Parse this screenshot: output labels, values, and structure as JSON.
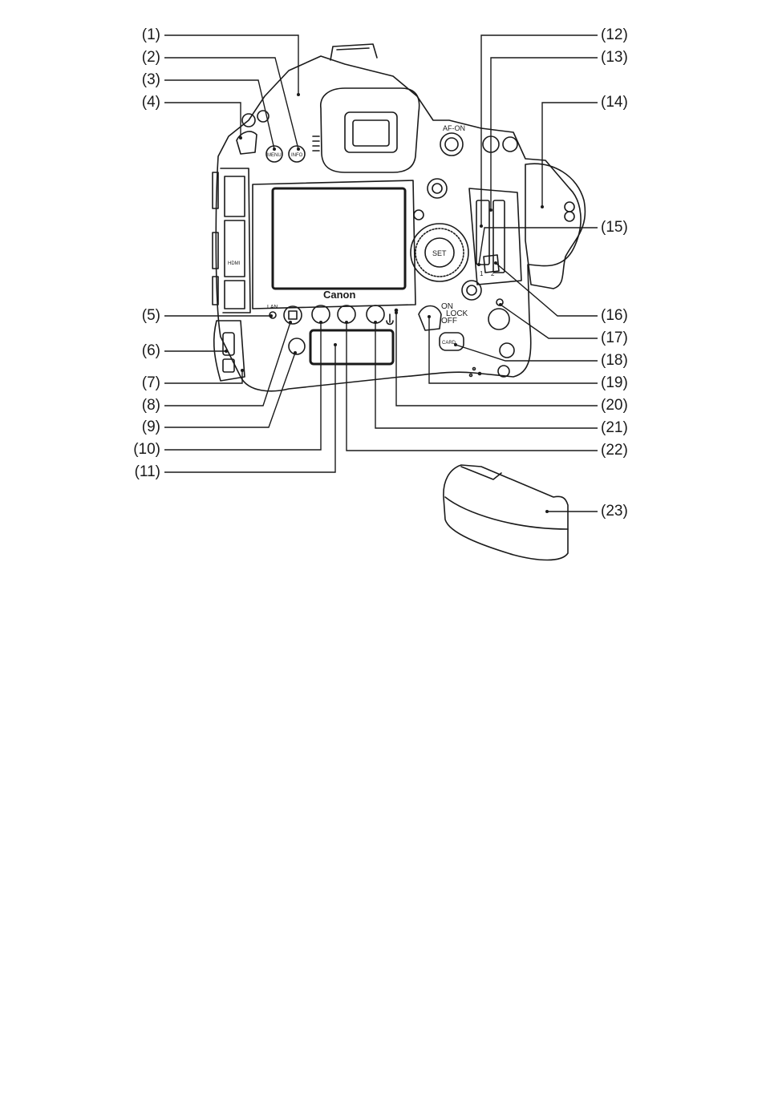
{
  "callouts_left": [
    "(1)",
    "(2)",
    "(3)",
    "(4)",
    "(5)",
    "(6)",
    "(7)",
    "(8)",
    "(9)",
    "(10)",
    "(11)"
  ],
  "callouts_right": [
    "(12)",
    "(13)",
    "(14)",
    "(15)",
    "(16)",
    "(17)",
    "(18)",
    "(19)",
    "(20)",
    "(21)",
    "(22)",
    "(23)"
  ],
  "camera_labels": {
    "brand": "Canon",
    "af_on": "AF-ON",
    "menu": "MENU",
    "info": "INFO",
    "lan": "LAN",
    "set": "SET",
    "card": "CARD",
    "on": "ON",
    "lock": "LOCK",
    "off": "OFF",
    "slot1": "1",
    "slot2": "2",
    "hdmi": "HDMI"
  }
}
